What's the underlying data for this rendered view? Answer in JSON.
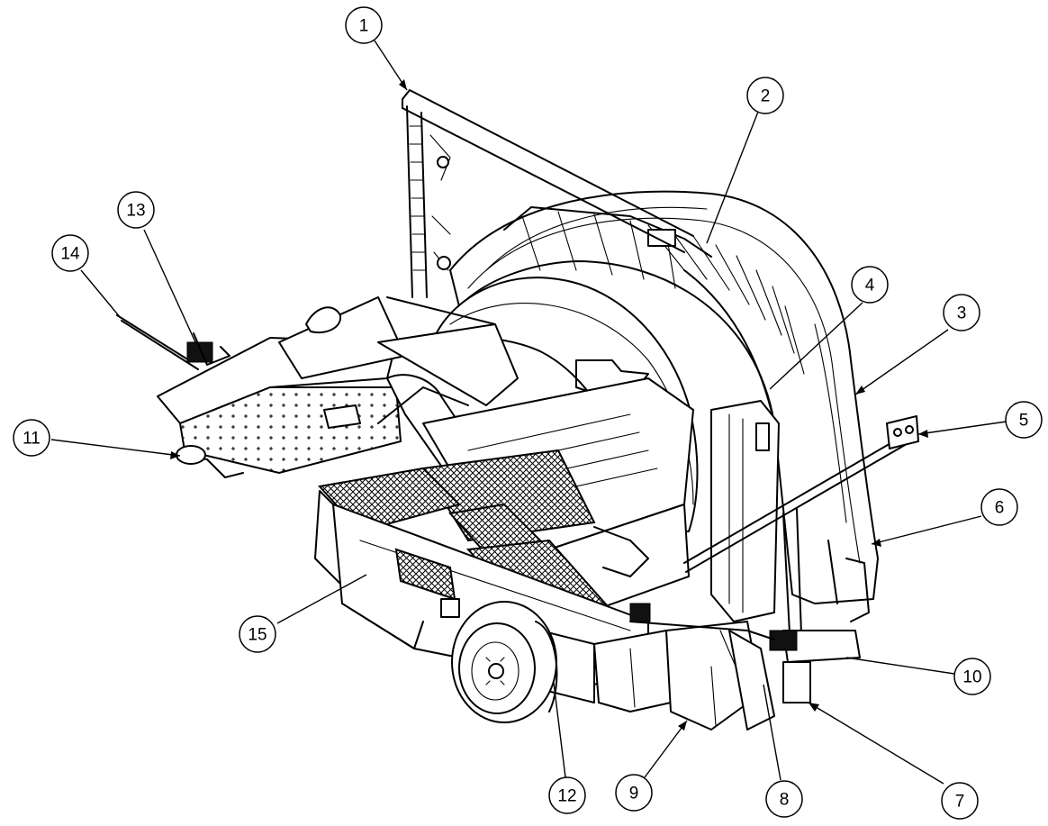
{
  "diagram": {
    "callouts": [
      {
        "id": "1",
        "label": "1"
      },
      {
        "id": "2",
        "label": "2"
      },
      {
        "id": "3",
        "label": "3"
      },
      {
        "id": "4",
        "label": "4"
      },
      {
        "id": "5",
        "label": "5"
      },
      {
        "id": "6",
        "label": "6"
      },
      {
        "id": "7",
        "label": "7"
      },
      {
        "id": "8",
        "label": "8"
      },
      {
        "id": "9",
        "label": "9"
      },
      {
        "id": "10",
        "label": "10"
      },
      {
        "id": "11",
        "label": "11"
      },
      {
        "id": "12",
        "label": "12"
      },
      {
        "id": "13",
        "label": "13"
      },
      {
        "id": "14",
        "label": "14"
      },
      {
        "id": "15",
        "label": "15"
      }
    ],
    "colors": {
      "line": "#000000",
      "background": "#ffffff"
    }
  }
}
